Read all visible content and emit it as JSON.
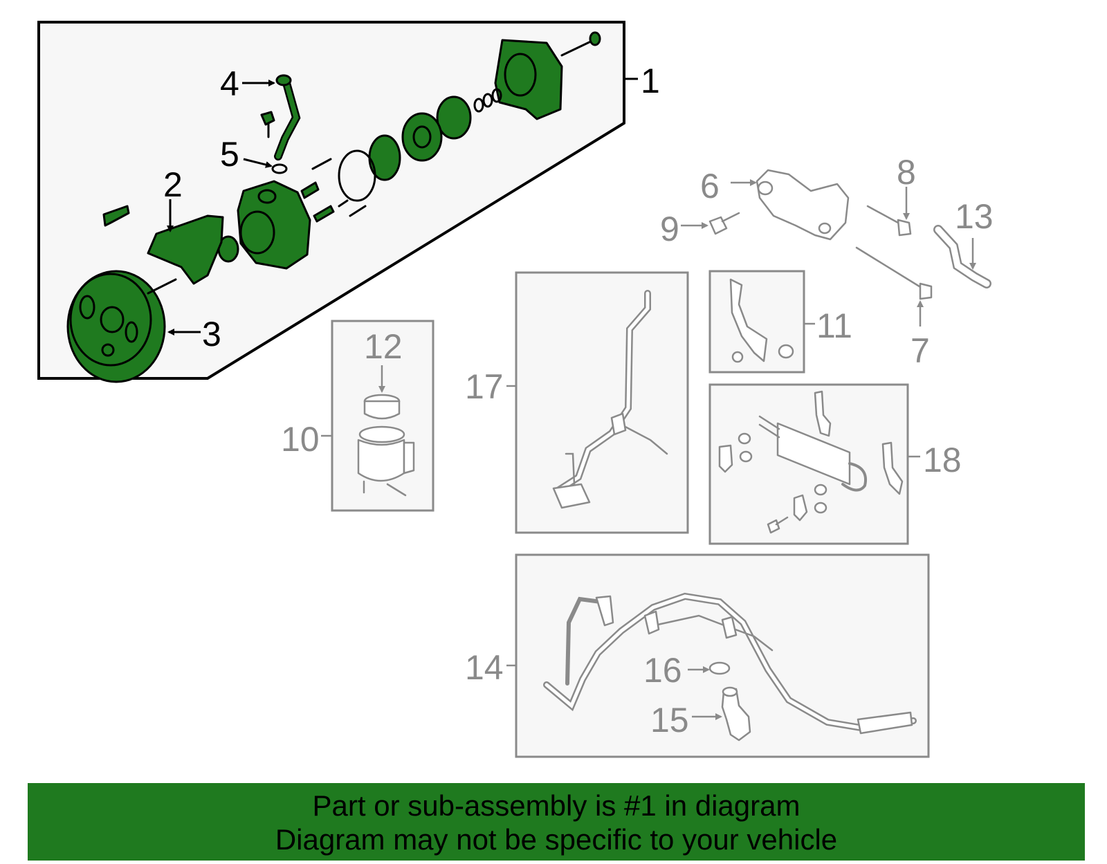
{
  "colors": {
    "highlight_part": "#1f7a1f",
    "banner_background": "#1f7a1f",
    "aux_part_stroke": "#8a8a8a",
    "main_part_stroke": "#000000"
  },
  "callouts": {
    "c1": "1",
    "c2": "2",
    "c3": "3",
    "c4": "4",
    "c5": "5",
    "c6": "6",
    "c7": "7",
    "c8": "8",
    "c9": "9",
    "c10": "10",
    "c11": "11",
    "c12": "12",
    "c13": "13",
    "c14": "14",
    "c15": "15",
    "c16": "16",
    "c17": "17",
    "c18": "18"
  },
  "banner": {
    "line1": "Part or sub-assembly is #1 in diagram",
    "line2": "Diagram may not be specific to your vehicle"
  }
}
